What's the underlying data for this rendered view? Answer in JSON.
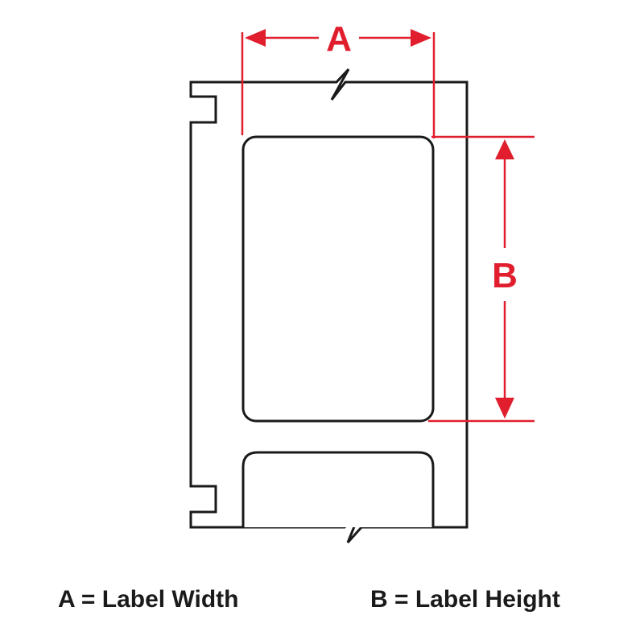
{
  "colors": {
    "accent": "#e01e2d",
    "outline": "#1a1a1a"
  },
  "dimensions": {
    "a": {
      "letter": "A"
    },
    "b": {
      "letter": "B"
    }
  },
  "legend": {
    "a_text": "A = Label Width",
    "b_text": "B = Label Height"
  }
}
